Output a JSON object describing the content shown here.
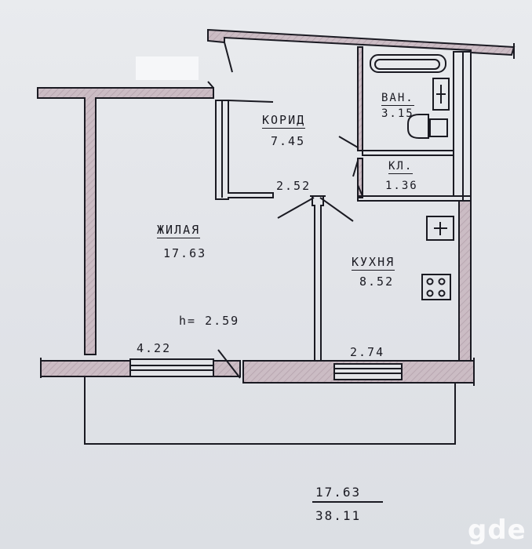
{
  "rooms": {
    "corridor": {
      "name": "КОРИД",
      "area": "7.45"
    },
    "bath": {
      "name": "ВАН.",
      "area": "3.15"
    },
    "storage": {
      "name": "КЛ.",
      "area": "1.36"
    },
    "hall": {
      "area": "2.52"
    },
    "living": {
      "name": "ЖИЛАЯ",
      "area": "17.63"
    },
    "kitchen": {
      "name": "КУХНЯ",
      "area": "8.52"
    }
  },
  "ceiling_height": "h= 2.59",
  "balcony_living": "4.22",
  "balcony_kitchen": "2.74",
  "summary": {
    "living_area": "17.63",
    "total_area": "38.11"
  },
  "watermark": "gde",
  "colors": {
    "wall_fill": "#c7b8c0",
    "line": "#1a1a22",
    "paper": "#e4e6ea"
  }
}
